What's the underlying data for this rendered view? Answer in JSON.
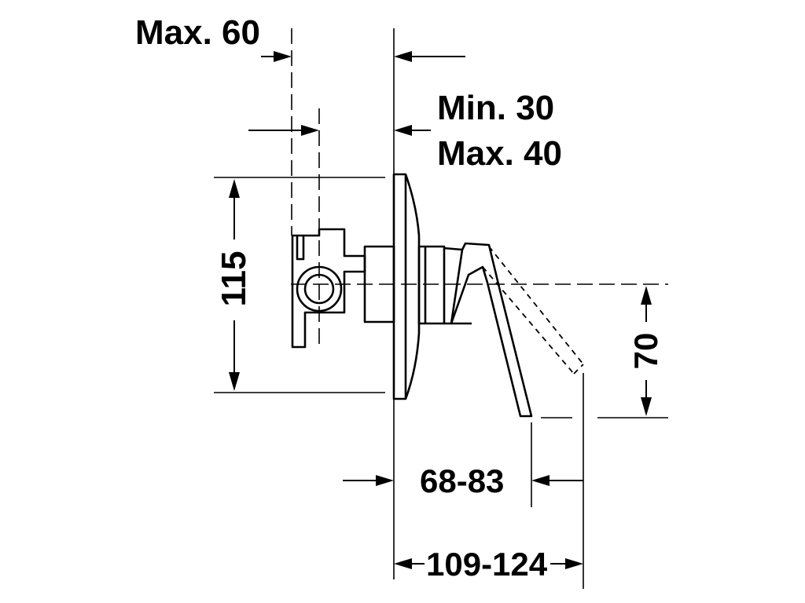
{
  "dimensions": {
    "max_60": "Max. 60",
    "min_30": "Min. 30",
    "max_40": "Max. 40",
    "height_115": "115",
    "height_70": "70",
    "projection_68_83": "68-83",
    "projection_109_124": "109-124"
  },
  "colors": {
    "line": "#000000",
    "background": "#ffffff"
  }
}
